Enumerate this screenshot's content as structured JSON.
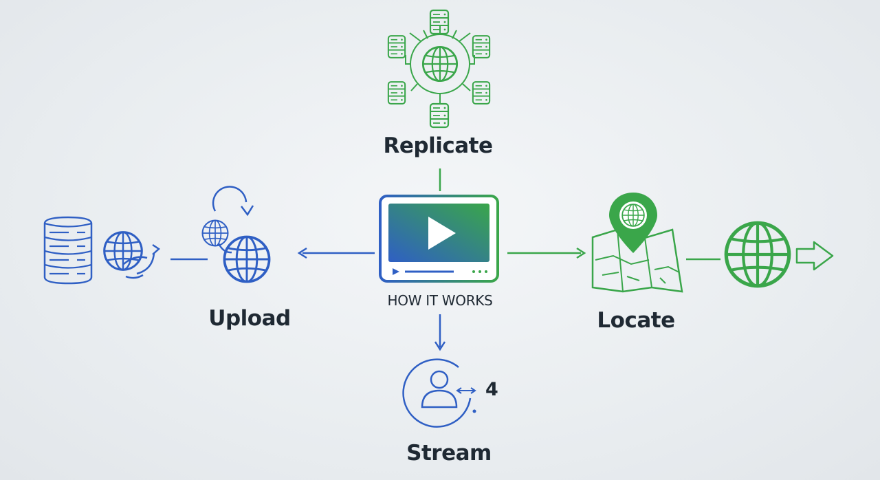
{
  "center": {
    "caption": "HOW IT WORKS"
  },
  "steps": {
    "upload": {
      "label": "Upload"
    },
    "replicate": {
      "label": "Replicate"
    },
    "locate": {
      "label": "Locate"
    },
    "stream": {
      "label": "Stream",
      "count": "4"
    }
  },
  "colors": {
    "blue": "#2f5fc4",
    "green": "#3aa64a",
    "text": "#1f2933"
  },
  "icons": [
    "database-icon",
    "globe-sync-icon",
    "globes-cycle-icon",
    "video-player-icon",
    "server-network-icon",
    "map-pin-icon",
    "globe-icon",
    "arrow-right-icon",
    "user-circle-icon"
  ]
}
